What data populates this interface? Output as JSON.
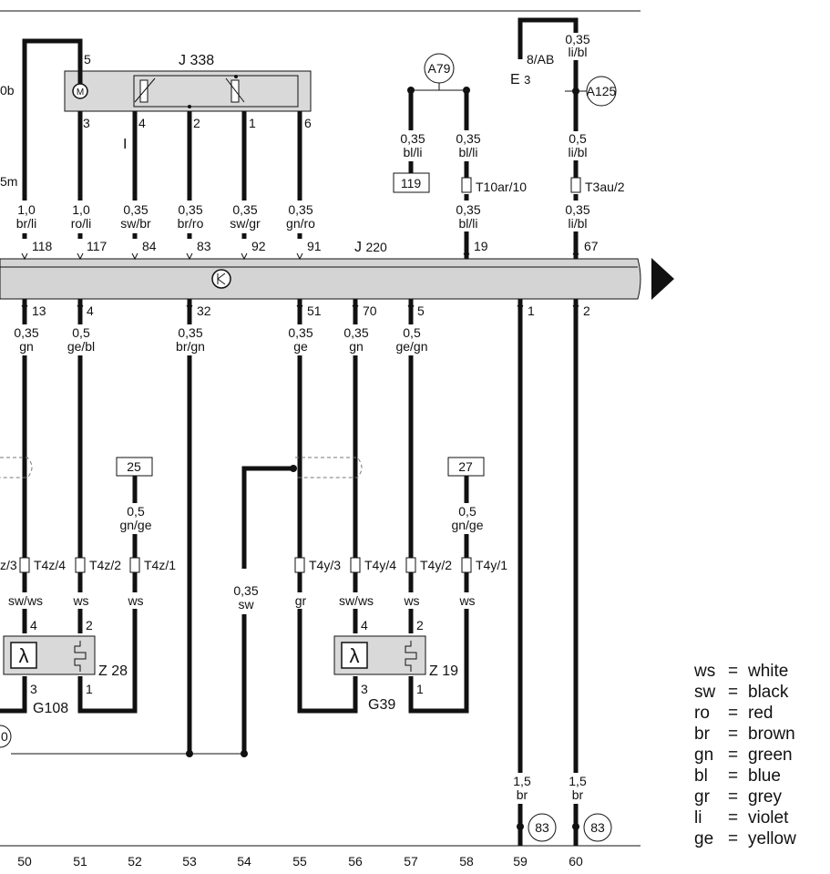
{
  "components": {
    "j338": {
      "name": "J",
      "sub": "338"
    },
    "j220": {
      "name": "J",
      "sub": "220"
    },
    "a79": "A79",
    "a125": "A125",
    "e3": {
      "a": "E",
      "b": "3"
    },
    "e3_wire": "8/AB",
    "g108": "G108",
    "g39": "G39",
    "z28": "Z 28",
    "z19": "Z 19",
    "t10ar": "T10ar/10",
    "t3au": "T3au/2"
  },
  "partial_labels": [
    "0b",
    "5m",
    "z/3",
    "0"
  ],
  "ref_boxes": [
    "119",
    "25",
    "27"
  ],
  "ref_circles": [
    "83",
    "83"
  ],
  "j338_pins": [
    "5",
    "3",
    "4",
    "2",
    "1",
    "6"
  ],
  "top_wires": [
    {
      "size": "1,0",
      "color": "br/li",
      "pin": "118"
    },
    {
      "size": "1,0",
      "color": "ro/li",
      "pin": "117"
    },
    {
      "size": "0,35",
      "color": "sw/br",
      "pin": "84"
    },
    {
      "size": "0,35",
      "color": "br/ro",
      "pin": "83"
    },
    {
      "size": "0,35",
      "color": "sw/gr",
      "pin": "92"
    },
    {
      "size": "0,35",
      "color": "gn/ro",
      "pin": "91"
    }
  ],
  "a79_wires": [
    {
      "size": "0,35",
      "color": "bl/li"
    },
    {
      "size": "0,35",
      "color": "bl/li"
    },
    {
      "size": "0,35",
      "color": "bl/li",
      "pin": "19"
    }
  ],
  "e3_wires": [
    {
      "size": "0,35",
      "color": "li/bl"
    },
    {
      "size": "0,5",
      "color": "li/bl"
    },
    {
      "size": "0,35",
      "color": "li/bl",
      "pin": "67"
    }
  ],
  "bottom_wires": [
    {
      "pin": "13",
      "size": "0,35",
      "color": "gn"
    },
    {
      "pin": "4",
      "size": "0,5",
      "color": "ge/bl"
    },
    {
      "pin": "32",
      "size": "0,35",
      "color": "br/gn"
    },
    {
      "pin": "51",
      "size": "0,35",
      "color": "ge"
    },
    {
      "pin": "70",
      "size": "0,35",
      "color": "gn"
    },
    {
      "pin": "5",
      "size": "0,5",
      "color": "ge/gn"
    },
    {
      "pin": "1"
    },
    {
      "pin": "2"
    }
  ],
  "mid_wires": [
    {
      "size": "0,5",
      "color": "gn/ge"
    },
    {
      "size": "0,35",
      "color": "sw"
    },
    {
      "size": "0,5",
      "color": "gn/ge"
    }
  ],
  "t4_connectors": [
    "T4z/4",
    "T4z/2",
    "T4z/1",
    "T4y/3",
    "T4y/4",
    "T4y/2",
    "T4y/1"
  ],
  "t4_wire_colors": [
    "sw/ws",
    "ws",
    "ws",
    "gr",
    "sw/ws",
    "ws",
    "ws"
  ],
  "sensor_pins": [
    "4",
    "2",
    "3",
    "1",
    "4",
    "2",
    "3",
    "1"
  ],
  "ground_wires": [
    {
      "size": "1,5",
      "color": "br"
    },
    {
      "size": "1,5",
      "color": "br"
    }
  ],
  "columns": [
    "50",
    "51",
    "52",
    "53",
    "54",
    "55",
    "56",
    "57",
    "58",
    "59",
    "60"
  ],
  "legend": [
    {
      "code": "ws",
      "eq": "=",
      "name": "white"
    },
    {
      "code": "sw",
      "eq": "=",
      "name": "black"
    },
    {
      "code": "ro",
      "eq": "=",
      "name": "red"
    },
    {
      "code": "br",
      "eq": "=",
      "name": "brown"
    },
    {
      "code": "gn",
      "eq": "=",
      "name": "green"
    },
    {
      "code": "bl",
      "eq": "=",
      "name": "blue"
    },
    {
      "code": "gr",
      "eq": "=",
      "name": "grey"
    },
    {
      "code": "li",
      "eq": "=",
      "name": "violet"
    },
    {
      "code": "ge",
      "eq": "=",
      "name": "yellow"
    }
  ]
}
